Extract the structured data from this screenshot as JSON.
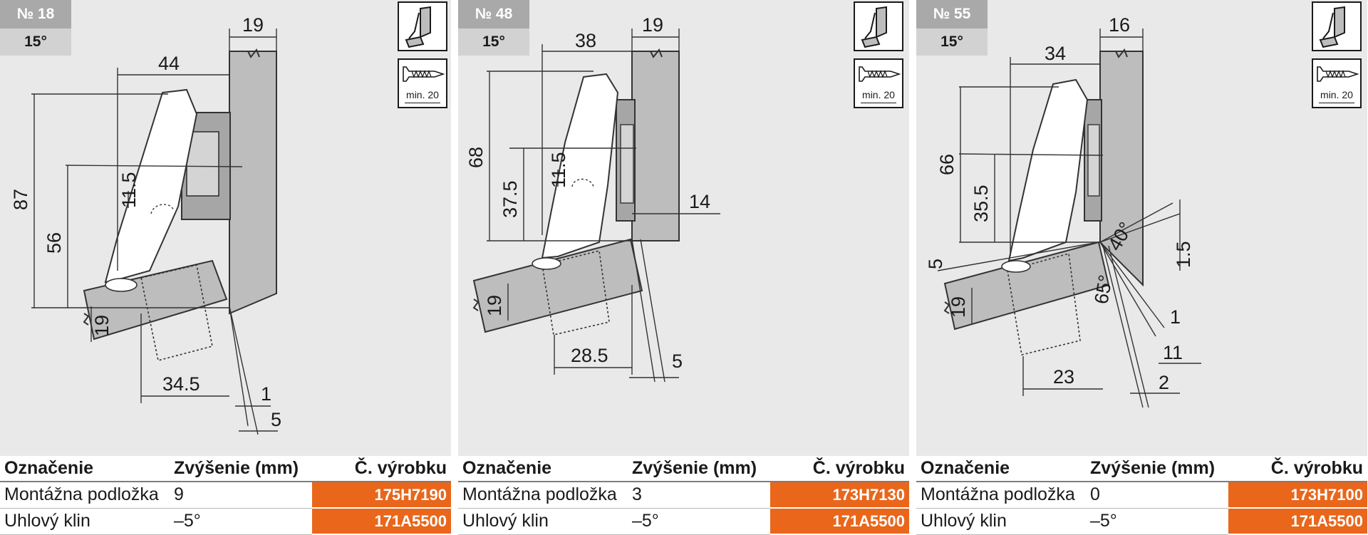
{
  "panels": [
    {
      "badge": "№ 18",
      "angle": "15°",
      "dims": [
        "19",
        "44",
        "87",
        "56",
        "11.5",
        "19",
        "34.5",
        "1",
        "5"
      ],
      "screw_label": "min. 20",
      "table": {
        "headers": [
          "Označenie",
          "Zvýšenie (mm)",
          "Č. výrobku"
        ],
        "rows": [
          [
            "Montážna podložka",
            "9",
            "175H7190"
          ],
          [
            "Uhlový klin",
            "–5°",
            "171A5500"
          ]
        ]
      }
    },
    {
      "badge": "№ 48",
      "angle": "15°",
      "dims": [
        "19",
        "38",
        "68",
        "37.5",
        "11.5",
        "14",
        "19",
        "28.5",
        "5"
      ],
      "screw_label": "min. 20",
      "table": {
        "headers": [
          "Označenie",
          "Zvýšenie (mm)",
          "Č. výrobku"
        ],
        "rows": [
          [
            "Montážna podložka",
            "3",
            "173H7130"
          ],
          [
            "Uhlový klin",
            "–5°",
            "171A5500"
          ]
        ]
      }
    },
    {
      "badge": "№ 55",
      "angle": "15°",
      "dims": [
        "16",
        "34",
        "66",
        "35.5",
        "5",
        "19",
        "40°",
        "65°",
        "1.5",
        "1",
        "11",
        "23",
        "2"
      ],
      "screw_label": "min. 20",
      "table": {
        "headers": [
          "Označenie",
          "Zvýšenie (mm)",
          "Č. výrobku"
        ],
        "rows": [
          [
            "Montážna podložka",
            "0",
            "173H7100"
          ],
          [
            "Uhlový klin",
            "–5°",
            "171A5500"
          ]
        ]
      }
    }
  ],
  "colors": {
    "part_number_bg": "#e9661b",
    "diagram_bg": "#e9e9e9",
    "badge_number_bg": "#a9a9a9",
    "badge_angle_bg": "#d2d2d2"
  },
  "icons": [
    "mounting-plate-icon",
    "screw-icon"
  ]
}
